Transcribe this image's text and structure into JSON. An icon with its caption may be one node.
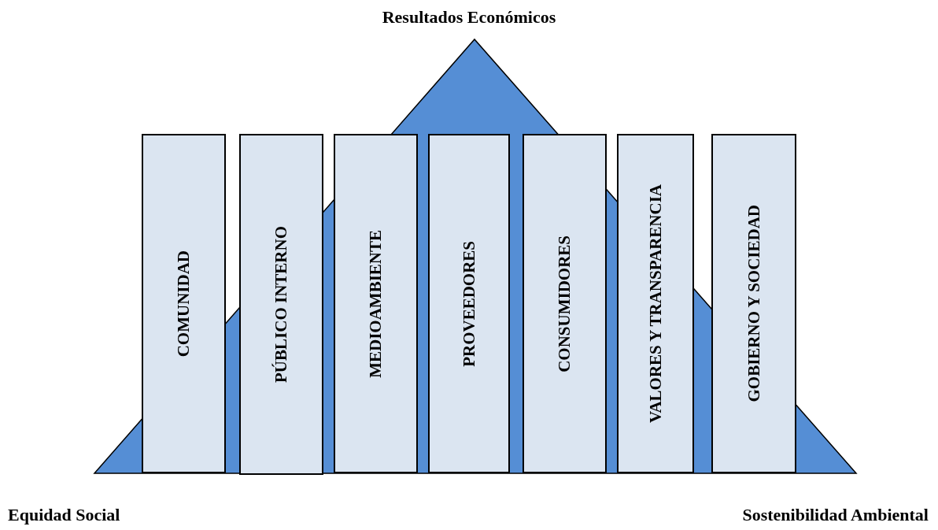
{
  "diagram": {
    "nodes": [
      {
        "text": [
          "COMUNIDAD"
        ]
      },
      {
        "text": [
          "PÚBLICO INTERNO"
        ]
      },
      {
        "text": [
          "MEDIOAMBIENTE"
        ]
      },
      {
        "text": [
          "PROVEEDORES"
        ]
      },
      {
        "text": [
          "CONSUMIDORES"
        ]
      },
      {
        "text": [
          "VALORES Y TRANSPARENCIA"
        ]
      },
      {
        "text": [
          "GOBIERNO Y SOCIEDAD"
        ]
      }
    ],
    "labels": [
      "Resultados Económicos",
      "Equidad Social",
      "Sostenibilidad Ambiental"
    ]
  }
}
